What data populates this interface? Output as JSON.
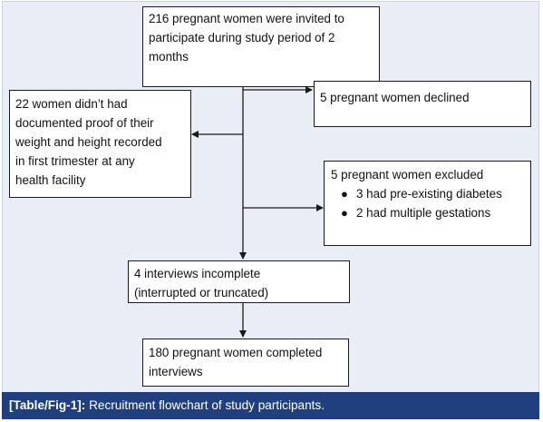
{
  "boxes": {
    "invited": [
      "216 pregnant women were invited to",
      "participate during study period of 2",
      "months"
    ],
    "no_proof": [
      "22 women didn’t had",
      "documented proof of their",
      "weight and height recorded",
      "in first trimester at any",
      "health facility"
    ],
    "declined": [
      "5 pregnant women declined"
    ],
    "excluded": {
      "heading": "5 pregnant women excluded",
      "bullets": [
        "3 had pre-existing diabetes",
        "2 had multiple gestations"
      ]
    },
    "incomplete": [
      "4 interviews incomplete",
      "(interrupted or truncated)"
    ],
    "completed": [
      "180 pregnant women completed",
      "interviews"
    ]
  },
  "caption": {
    "label": "[Table/Fig-1]:",
    "text": " Recruitment flowchart of study participants."
  },
  "colors": {
    "frame_background": "#e8edf6",
    "caption_background": "#1f3f7e",
    "caption_text": "#ffffff",
    "box_border": "#1a1a1a"
  }
}
